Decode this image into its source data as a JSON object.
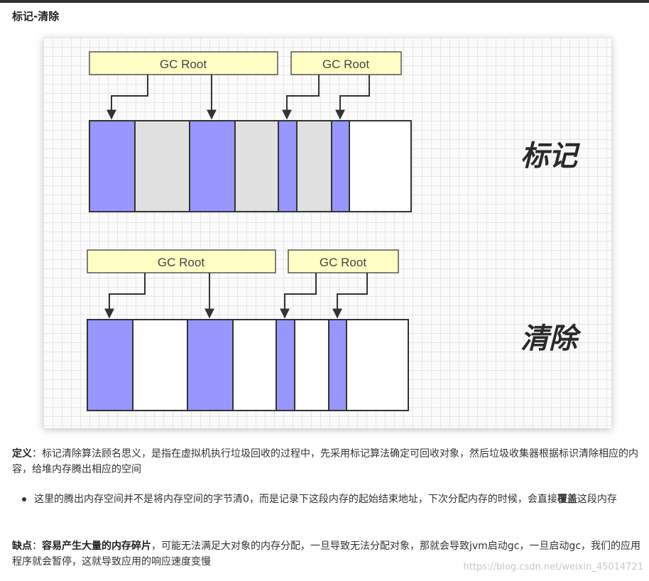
{
  "heading": "标记-清除",
  "figure": {
    "gc_root_label": "GC Root",
    "mark_label": "标记",
    "sweep_label": "清除",
    "colors": {
      "live": "#9797ff",
      "garbage": "#e0e0e0",
      "free": "#ffffff",
      "root_box": "#ffffc5"
    }
  },
  "definition": {
    "title": "定义",
    "colon": "：",
    "text": "标记清除算法顾名思义，是指在虚拟机执行垃圾回收的过程中，先采用标记算法确定可回收对象，然后垃圾收集器根据标识清除相应的内容，给堆内存腾出相应的空间"
  },
  "bullet": {
    "text_before": "这里的腾出内存空间并不是将内存空间的字节清0，而是记录下这段内存的起始结束地址，下次分配内存的时候，会直接",
    "bold": "覆盖",
    "text_after": "这段内存"
  },
  "drawback": {
    "title": "缺点",
    "colon": "：",
    "bold": "容易产生大量的内存碎片",
    "text": "，可能无法满足大对象的内存分配，一旦导致无法分配对象，那就会导致jvm启动gc，一旦启动gc，我们的应用程序就会暂停，这就导致应用的响应速度变慢"
  },
  "watermark": "https://blog.csdn.net/weixin_45014721"
}
